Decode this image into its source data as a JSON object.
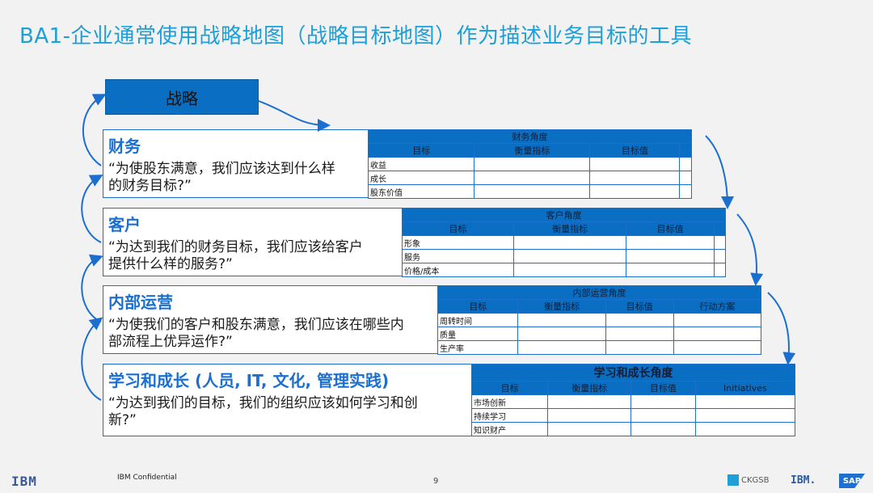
{
  "title": "BA1-企业通常使用战略地图（战略目标地图）作为描述业务目标的工具",
  "strategy_label": "战略",
  "panels": [
    {
      "heading": "财务",
      "quote": "“为使股东满意，我们应该达到什么样的财务目标?”",
      "table_title": "财务角度",
      "columns": [
        "目标",
        "衡量指标",
        "目标值",
        ""
      ],
      "rows": [
        "收益",
        "成长",
        "股东价值"
      ]
    },
    {
      "heading": "客户",
      "quote": "“为达到我们的财务目标，我们应该给客户提供什么样的服务?”",
      "table_title": "客户角度",
      "columns": [
        "目标",
        "衡量指标",
        "目标值",
        ""
      ],
      "rows": [
        "形象",
        "服务",
        "价格/成本"
      ]
    },
    {
      "heading": "内部运营",
      "quote": "“为使我们的客户和股东满意，我们应该在哪些内部流程上优异运作?”",
      "table_title": "内部运营角度",
      "columns": [
        "目标",
        "衡量指标",
        "目标值",
        "行动方案"
      ],
      "rows": [
        "周转时间",
        "质量",
        "生产率"
      ]
    },
    {
      "heading": "学习和成长 (人员, IT, 文化, 管理实践)",
      "quote": "“为达到我们的目标，我们的组织应该如何学习和创新?”",
      "table_title": "学习和成长角度",
      "columns": [
        "目标",
        "衡量指标",
        "目标值",
        "Initiatives"
      ],
      "rows": [
        "市场创新",
        "持续学习",
        "知识财产"
      ]
    }
  ],
  "footer": {
    "logo_left": "IBM",
    "confidential": "IBM Confidential",
    "page": "9",
    "ckgsb": "CKGSB",
    "logo_right": "IBM.",
    "sap": "SAP"
  },
  "colors": {
    "accent": "#1e9fd8",
    "header_blue": "#0a6fc2",
    "border_blue": "#1a6fd0"
  }
}
